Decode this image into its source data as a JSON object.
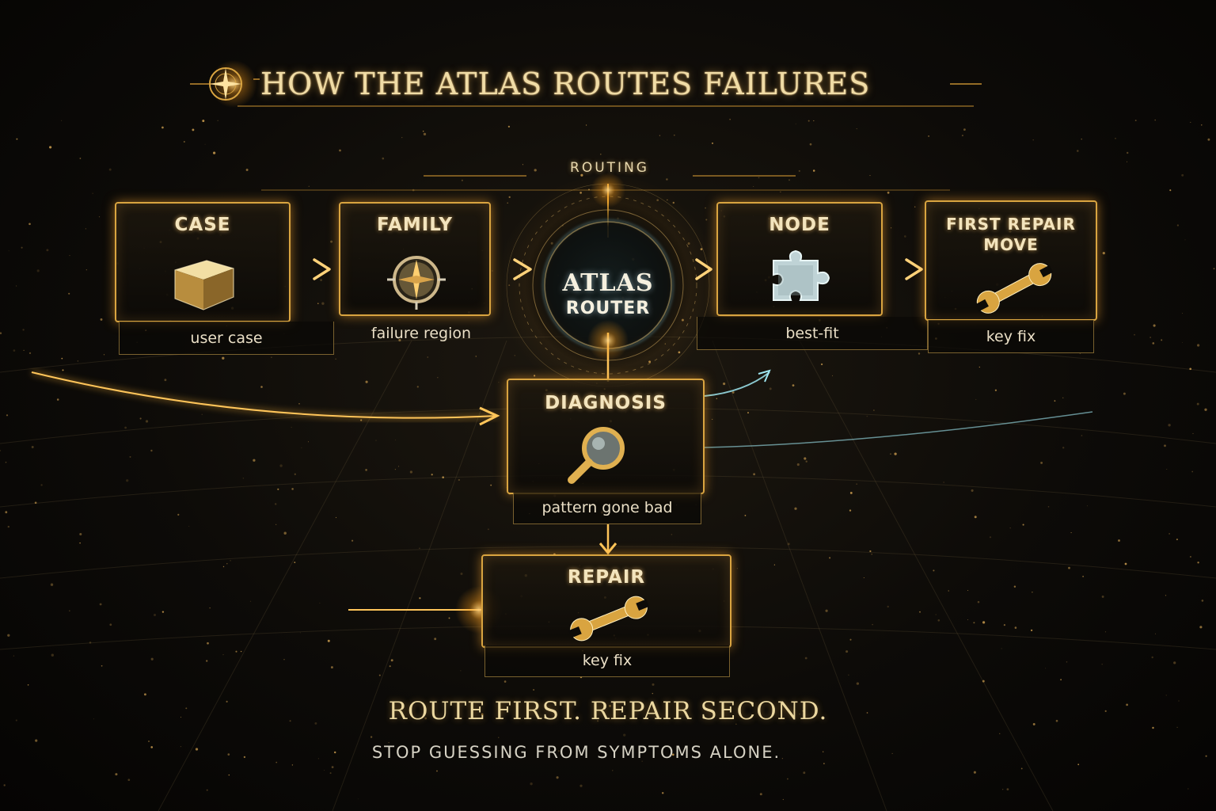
{
  "title": "HOW THE ATLAS ROUTES FAILURES",
  "section_label": "ROUTING",
  "router": {
    "line1": "ATLAS",
    "line2": "ROUTER"
  },
  "nodes": {
    "case": {
      "title": "CASE",
      "caption": "user case",
      "icon": "cube-icon"
    },
    "family": {
      "title": "FAMILY",
      "caption": "failure region",
      "icon": "compass-icon"
    },
    "node": {
      "title": "NODE",
      "caption": "best-fit",
      "icon": "puzzle-piece-icon"
    },
    "first_repair": {
      "title_line1": "FIRST REPAIR",
      "title_line2": "MOVE",
      "caption": "key fix",
      "icon": "wrench-icon"
    },
    "diagnosis": {
      "title": "DIAGNOSIS",
      "caption": "pattern gone bad",
      "icon": "magnifier-icon"
    },
    "repair": {
      "title": "REPAIR",
      "caption": "key fix",
      "icon": "wrench-icon"
    }
  },
  "tagline": "ROUTE FIRST. REPAIR SECOND.",
  "subline": "STOP GUESSING FROM SYMPTOMS ALONE.",
  "colors": {
    "gold": "#d9a440",
    "glow": "#ffb83a",
    "cyan": "#9fe6f0",
    "background": "#0d0b08"
  }
}
